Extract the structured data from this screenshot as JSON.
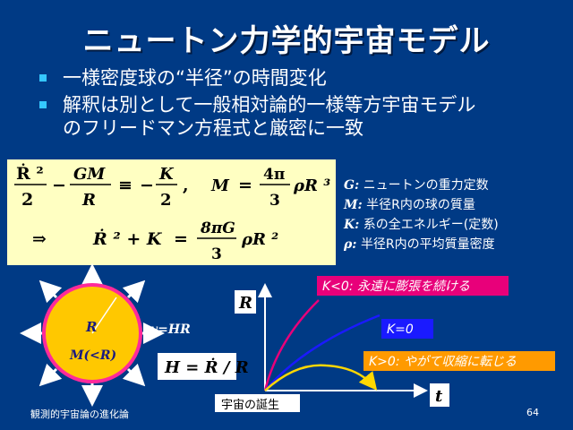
{
  "slide": {
    "title": "ニュートン力学的宇宙モデル",
    "bullets": [
      "一様密度球の“半径”の時間変化",
      "解釈は別として一般相対論的一様等方宇宙モデル",
      "のフリードマン方程式と厳密に一致"
    ],
    "footer_left": "観測的宇宙論の進化論",
    "page_number": "64"
  },
  "equations": {
    "line1_lhs_num": "Ṙ ²",
    "line1_lhs_den": "2",
    "minus": "−",
    "gm_num": "GM",
    "gm_den": "R",
    "equiv": "≡",
    "minus2": "−",
    "k_num": "K",
    "k_den": "2",
    "comma": ",",
    "m_sym": "M",
    "eq": "=",
    "frac4pi_num": "4π",
    "frac4pi_den": "3",
    "rho_r3": "ρR ³",
    "implies": "⇒",
    "line2_lhs": "Ṙ ² + K",
    "eq2": "=",
    "frac8pig_num": "8πG",
    "frac8pig_den": "3",
    "rho_r2": "ρR ²"
  },
  "legend": [
    {
      "sym": "G:",
      "text": "ニュートンの重力定数"
    },
    {
      "sym": "M:",
      "text": "半径R内の球の質量"
    },
    {
      "sym": "K:",
      "text": "系の全エネルギー(定数)"
    },
    {
      "sym": "ρ:",
      "text": "半径R内の平均質量密度"
    }
  ],
  "sphere": {
    "r_label": "R",
    "m_label": "M(<R)",
    "v_label": "v=HR",
    "hubble": "H = Ṙ / R"
  },
  "graph": {
    "y_axis": "R",
    "x_axis": "t",
    "origin_label": "宇宙の誕生",
    "curves": [
      {
        "label": "K<0: 永遠に膨張を続ける",
        "color": "#e8007a"
      },
      {
        "label": "K=0",
        "color": "#1a1aff"
      },
      {
        "label": "K>0: やがて収縮に転じる",
        "color": "#ff9a00"
      }
    ]
  }
}
